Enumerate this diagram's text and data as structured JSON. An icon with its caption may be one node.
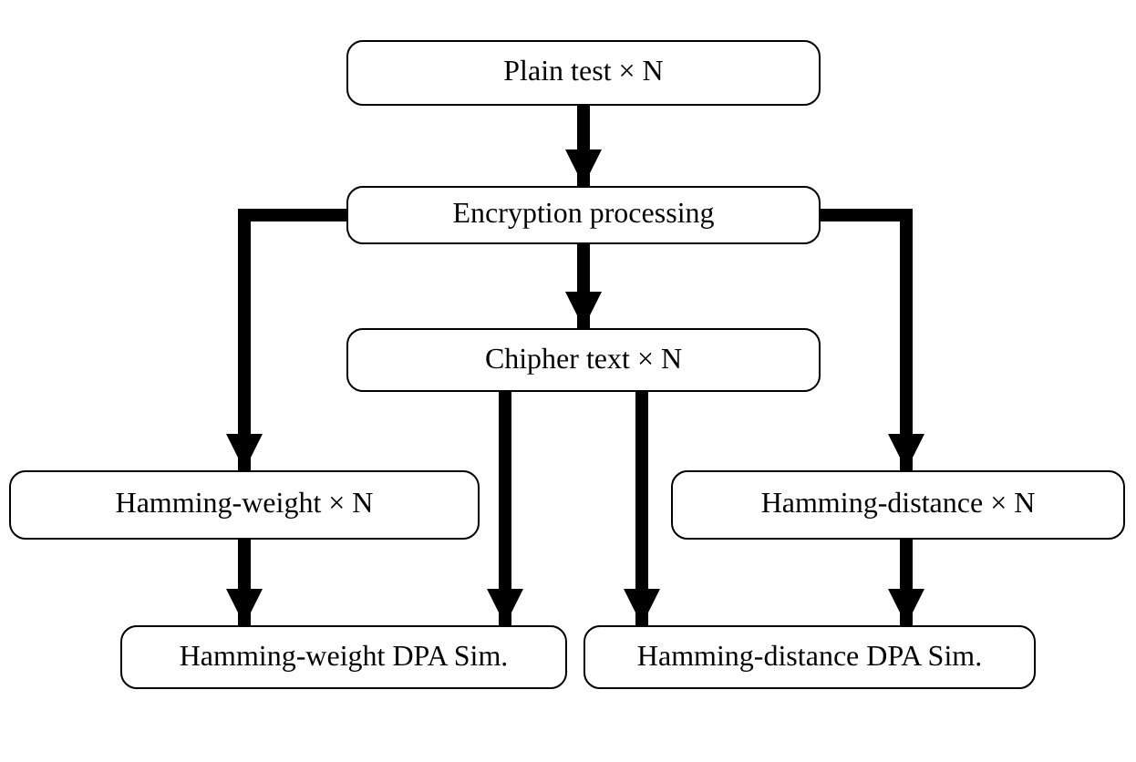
{
  "diagram": {
    "nodes": [
      {
        "text": [
          "Plain test × N"
        ]
      },
      {
        "text": [
          "Encryption processing"
        ]
      },
      {
        "text": [
          "Chipher text × N"
        ]
      },
      {
        "text": [
          "Hamming-weight × N"
        ]
      },
      {
        "text": [
          "Hamming-distance × N"
        ]
      },
      {
        "text": [
          "Hamming-weight DPA Sim."
        ]
      },
      {
        "text": [
          "Hamming-distance DPA Sim."
        ]
      }
    ],
    "edges": [
      {
        "from": 0,
        "to": 1,
        "arrow": "to"
      },
      {
        "from": 1,
        "to": 2,
        "arrow": "to"
      },
      {
        "from": 1,
        "to": 3,
        "arrow": "to"
      },
      {
        "from": 1,
        "to": 4,
        "arrow": "to"
      },
      {
        "from": 2,
        "to": 5,
        "arrow": "to"
      },
      {
        "from": 2,
        "to": 6,
        "arrow": "to"
      },
      {
        "from": 3,
        "to": 5,
        "arrow": "to"
      },
      {
        "from": 4,
        "to": 6,
        "arrow": "to"
      }
    ]
  }
}
